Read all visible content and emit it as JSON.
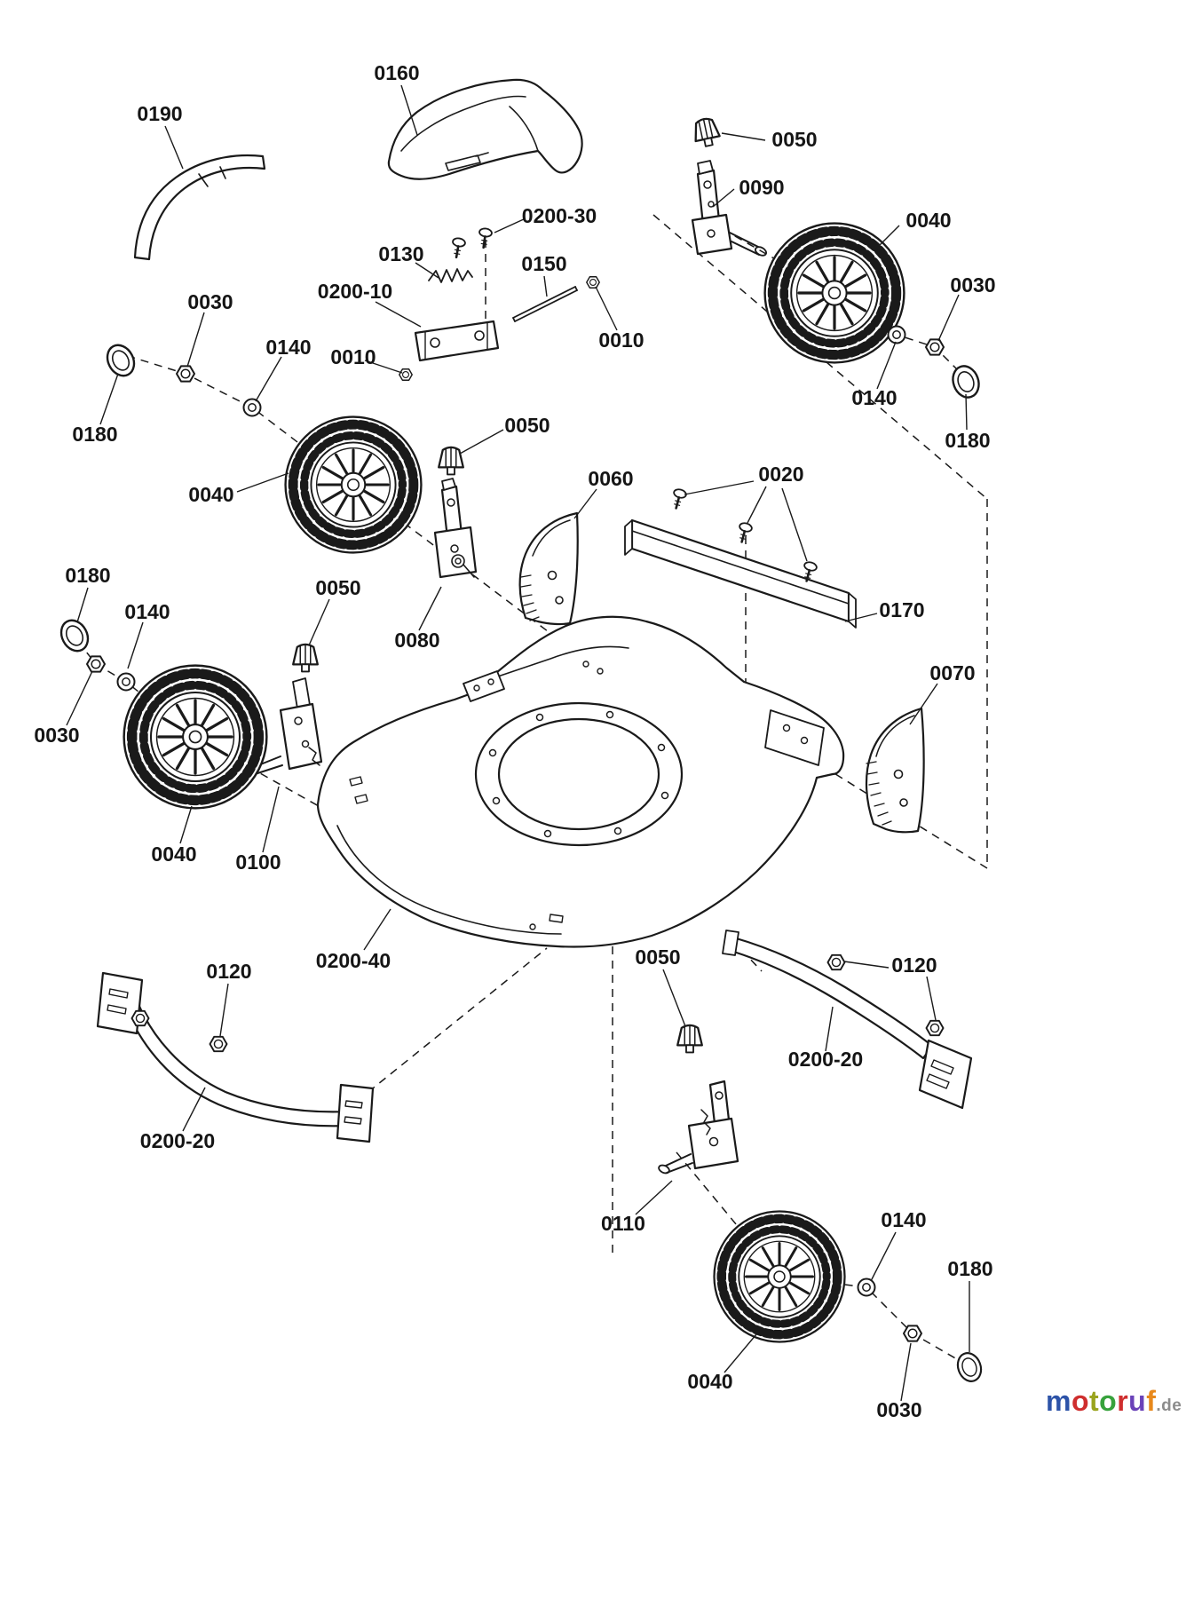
{
  "diagram": {
    "ink": "#1a1a1a",
    "background": "#ffffff",
    "callouts": [
      {
        "part": "rear-cover",
        "text": "0160"
      },
      {
        "part": "trim-strip",
        "text": "0190"
      },
      {
        "part": "carriage-bolt",
        "text": "0050"
      },
      {
        "part": "wheel-bracket",
        "text": "0090"
      },
      {
        "part": "screw",
        "text": "0200-30"
      },
      {
        "part": "wheel",
        "text": "0040"
      },
      {
        "part": "spring",
        "text": "0130"
      },
      {
        "part": "rod",
        "text": "0150"
      },
      {
        "part": "hex-nut",
        "text": "0030"
      },
      {
        "part": "mount-plate",
        "text": "0200-10"
      },
      {
        "part": "hex-nut",
        "text": "0030"
      },
      {
        "part": "hex-nut",
        "text": "0010"
      },
      {
        "part": "washer",
        "text": "0140"
      },
      {
        "part": "hex-nut",
        "text": "0010"
      },
      {
        "part": "washer",
        "text": "0140"
      },
      {
        "part": "hub-cap",
        "text": "0180"
      },
      {
        "part": "hub-cap",
        "text": "0180"
      },
      {
        "part": "carriage-bolt",
        "text": "0050"
      },
      {
        "part": "screws",
        "text": "0020"
      },
      {
        "part": "belt-guard",
        "text": "0060"
      },
      {
        "part": "wheel",
        "text": "0040"
      },
      {
        "part": "hub-cap",
        "text": "0180"
      },
      {
        "part": "carriage-bolt",
        "text": "0050"
      },
      {
        "part": "washer",
        "text": "0140"
      },
      {
        "part": "rear-bar",
        "text": "0170"
      },
      {
        "part": "height-bracket",
        "text": "0080"
      },
      {
        "part": "belt-guard",
        "text": "0070"
      },
      {
        "part": "hex-nut",
        "text": "0030"
      },
      {
        "part": "wheel",
        "text": "0040"
      },
      {
        "part": "wheel-bracket",
        "text": "0100"
      },
      {
        "part": "deck-housing",
        "text": "0200-40"
      },
      {
        "part": "carriage-bolt",
        "text": "0050"
      },
      {
        "part": "flange-nut",
        "text": "0120"
      },
      {
        "part": "flange-nut",
        "text": "0120"
      },
      {
        "part": "side-skirt",
        "text": "0200-20"
      },
      {
        "part": "side-skirt",
        "text": "0200-20"
      },
      {
        "part": "wheel-bracket",
        "text": "0110"
      },
      {
        "part": "washer",
        "text": "0140"
      },
      {
        "part": "hub-cap",
        "text": "0180"
      },
      {
        "part": "wheel",
        "text": "0040"
      },
      {
        "part": "hex-nut",
        "text": "0030"
      }
    ]
  },
  "watermark": {
    "letters": [
      {
        "ch": "m",
        "color": "#2d53a8"
      },
      {
        "ch": "o",
        "color": "#cf2e2e"
      },
      {
        "ch": "t",
        "color": "#9aa41e"
      },
      {
        "ch": "o",
        "color": "#37a23c"
      },
      {
        "ch": "r",
        "color": "#cf2e2e"
      },
      {
        "ch": "u",
        "color": "#6a42b8"
      },
      {
        "ch": "f",
        "color": "#e8891c"
      }
    ],
    "suffix": ".de",
    "suffix_color": "#8c8c8c"
  }
}
